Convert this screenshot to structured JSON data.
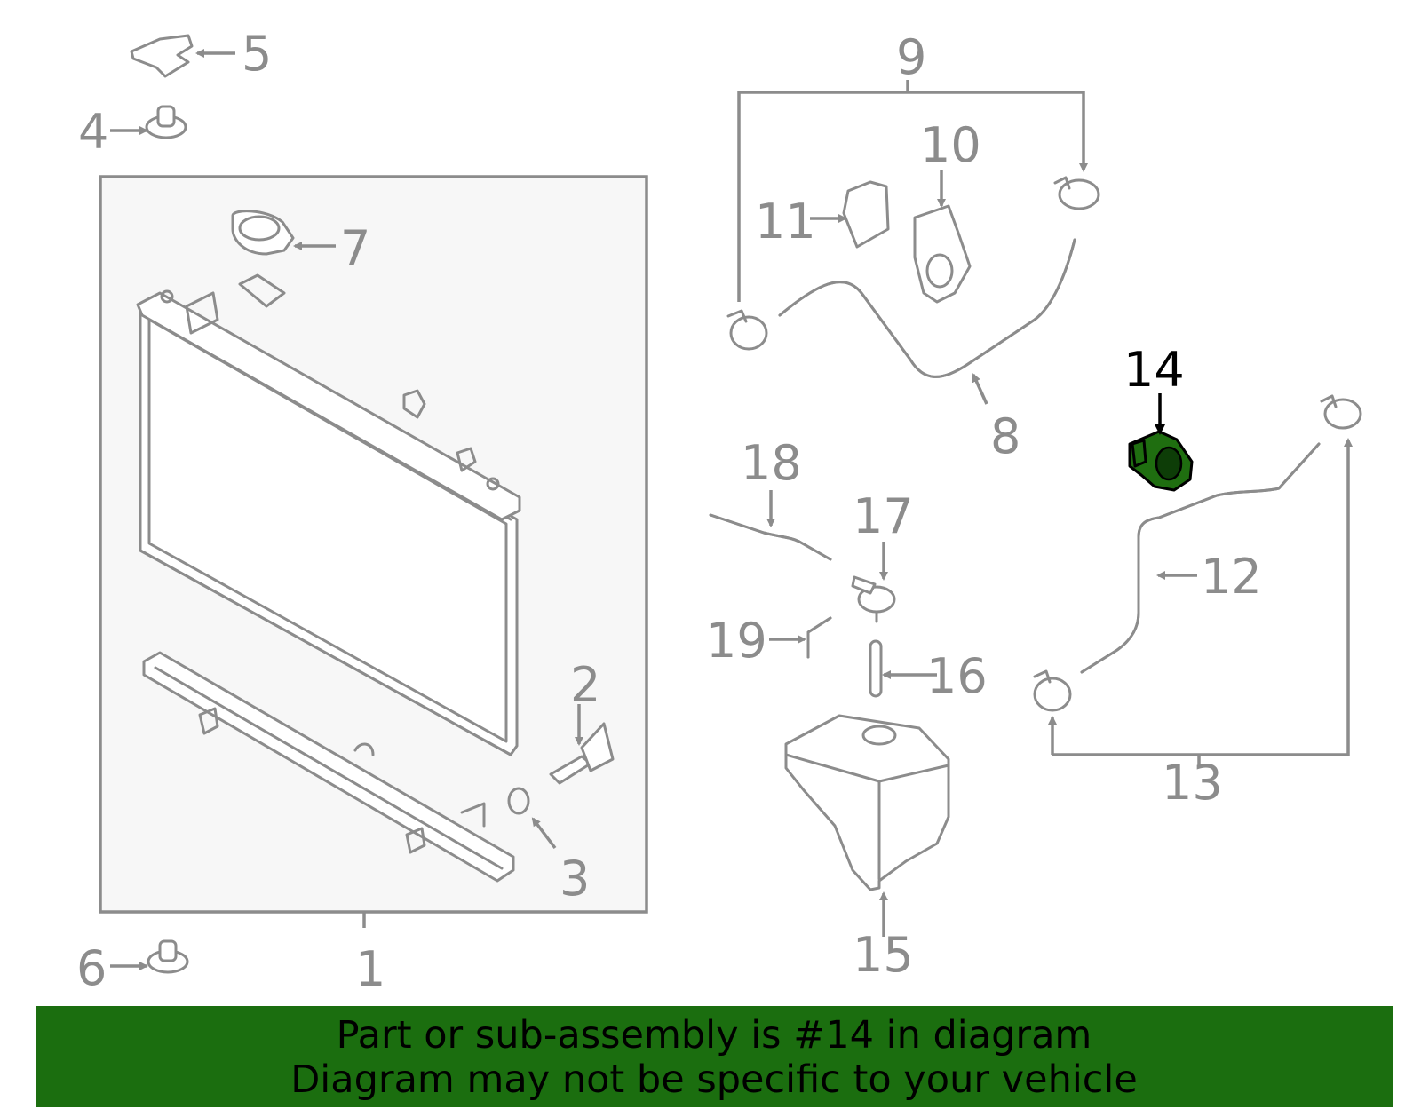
{
  "diagram": {
    "highlighted_part": "14",
    "highlight_color": "#1b6e0f",
    "callouts": [
      "1",
      "2",
      "3",
      "4",
      "5",
      "6",
      "7",
      "8",
      "9",
      "10",
      "11",
      "12",
      "13",
      "14",
      "15",
      "16",
      "17",
      "18",
      "19"
    ]
  },
  "banner": {
    "line1": "Part or sub-assembly is #14 in diagram",
    "line2": "Diagram may not be specific to your vehicle",
    "background": "#1b6e0f"
  }
}
